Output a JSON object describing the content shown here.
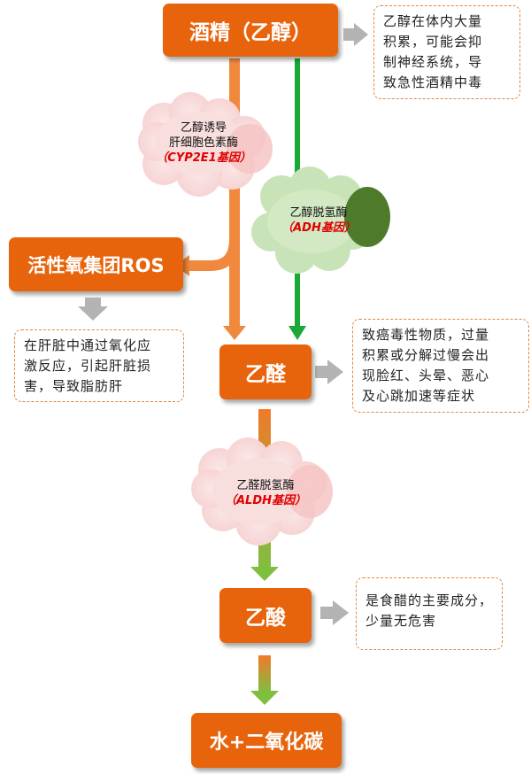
{
  "nodes": {
    "ethanol": "酒精（乙醇）",
    "ros": "活性氧集团ROS",
    "acetaldehyde": "乙醛",
    "acetic_acid": "乙酸",
    "final": "水+二氧化碳"
  },
  "notes": {
    "ethanol": [
      "乙醇在体内大量",
      "积累，可能会抑",
      "制神经系统，导",
      "致急性酒精中毒"
    ],
    "ros": [
      "在肝脏中通过氧化应",
      "激反应，引起肝脏损",
      "害，导致脂肪肝"
    ],
    "acetaldehyde": [
      "致癌毒性物质，过量",
      "积累或分解过慢会出",
      "现脸红、头晕、恶心",
      "及心跳加速等症状"
    ],
    "acetic_acid": [
      "是食醋的主要成分，",
      "少量无危害"
    ]
  },
  "enzymes": {
    "cyp2e1": {
      "line1": "乙醇诱导",
      "line2": "肝细胞色素酶",
      "gene": "（CYP2E1基因）"
    },
    "adh": {
      "line1": "乙醇脱氢酶",
      "gene": "（ADH基因）"
    },
    "aldh": {
      "line1": "乙醛脱氢酶",
      "gene": "（ALDH基因）"
    }
  },
  "colors": {
    "node": "#e8640c",
    "orange_arrow": "#f0883e",
    "green_arrow": "#1aa837",
    "gray_arrow": "#b3b3b3",
    "note_border": "#e0863f",
    "gene_text": "#e00000"
  }
}
